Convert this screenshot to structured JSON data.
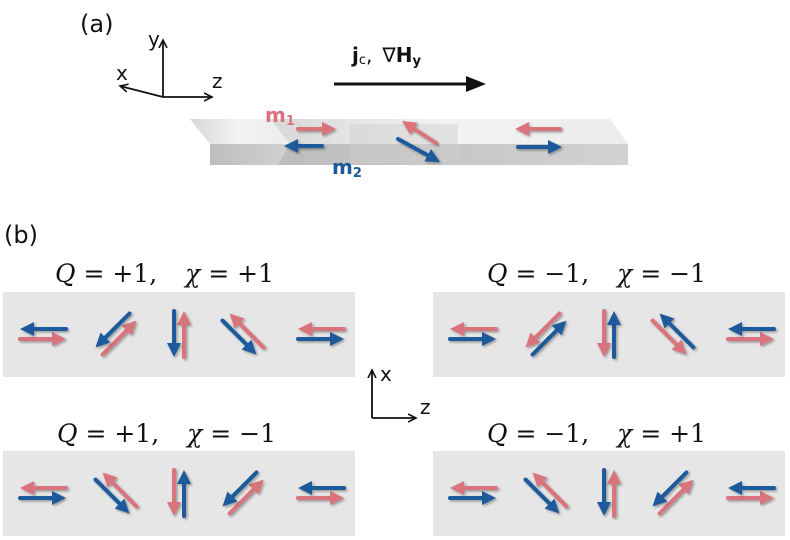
{
  "panel_a": {
    "label": "(a)",
    "axes": {
      "y": "y",
      "x": "x",
      "z": "z"
    },
    "drive": {
      "j": "j",
      "j_sub": "c",
      "sep": ",",
      "grad": "∇",
      "h": "H",
      "h_sub": "y"
    },
    "m1": {
      "main": "m",
      "sub": "1"
    },
    "m2": {
      "main": "m",
      "sub": "2"
    }
  },
  "panel_b": {
    "label": "(b)",
    "axes": {
      "x": "x",
      "z": "z"
    },
    "tl": {
      "q": "+1",
      "chi": "+1"
    },
    "tr": {
      "q": "−1",
      "chi": "−1"
    },
    "bl": {
      "q": "+1",
      "chi": "−1"
    },
    "br": {
      "q": "−1",
      "chi": "+1"
    }
  },
  "colors": {
    "red": "#d9737b",
    "blue": "#1c5a9b",
    "strip": "#e6e6e6",
    "black": "#111111"
  }
}
